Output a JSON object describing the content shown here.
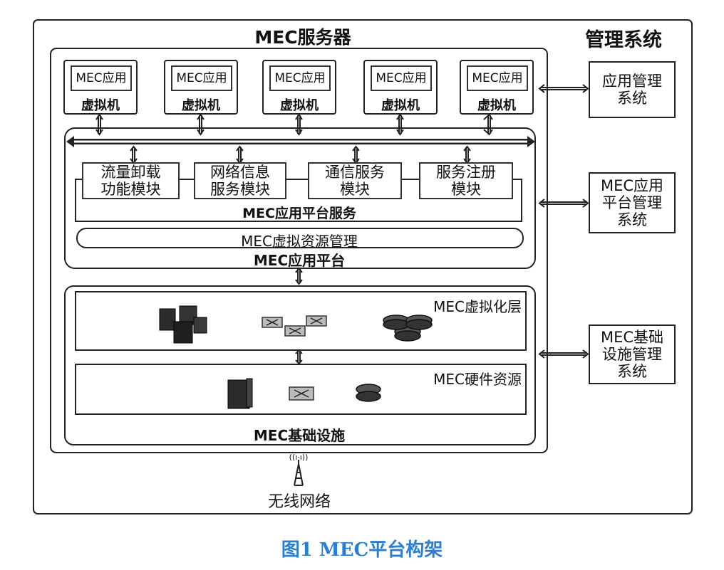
{
  "diagram": {
    "server_title": "MEC服务器",
    "management_title": "管理系统",
    "vms": [
      {
        "app": "MEC应用",
        "label": "虚拟机"
      },
      {
        "app": "MEC应用",
        "label": "虚拟机"
      },
      {
        "app": "MEC应用",
        "label": "虚拟机"
      },
      {
        "app": "MEC应用",
        "label": "虚拟机"
      },
      {
        "app": "MEC应用",
        "label": "虚拟机"
      }
    ],
    "modules": [
      {
        "line1": "流量卸载",
        "line2": "功能模块"
      },
      {
        "line1": "网络信息",
        "line2": "服务模块"
      },
      {
        "line1": "通信服务",
        "line2": "模块"
      },
      {
        "line1": "服务注册",
        "line2": "模块"
      }
    ],
    "app_platform_service": "MEC应用平台服务",
    "virtual_resource_mgmt": "MEC虚拟资源管理",
    "app_platform": "MEC应用平台",
    "virtualization_layer": "MEC虚拟化层",
    "hardware_resources": "MEC硬件资源",
    "infrastructure": "MEC基础设施",
    "wireless_network": "无线网络",
    "antenna_symbol": "((ı·ı))",
    "management_systems": [
      {
        "line1": "应用管理",
        "line2": "系统",
        "line3": ""
      },
      {
        "line1": "MEC应用",
        "line2": "平台管理",
        "line3": "系统"
      },
      {
        "line1": "MEC基础",
        "line2": "设施管理",
        "line3": "系统"
      }
    ]
  },
  "caption": "图1 MEC平台构架",
  "colors": {
    "caption": "#2a7fd3",
    "line": "#222222"
  }
}
